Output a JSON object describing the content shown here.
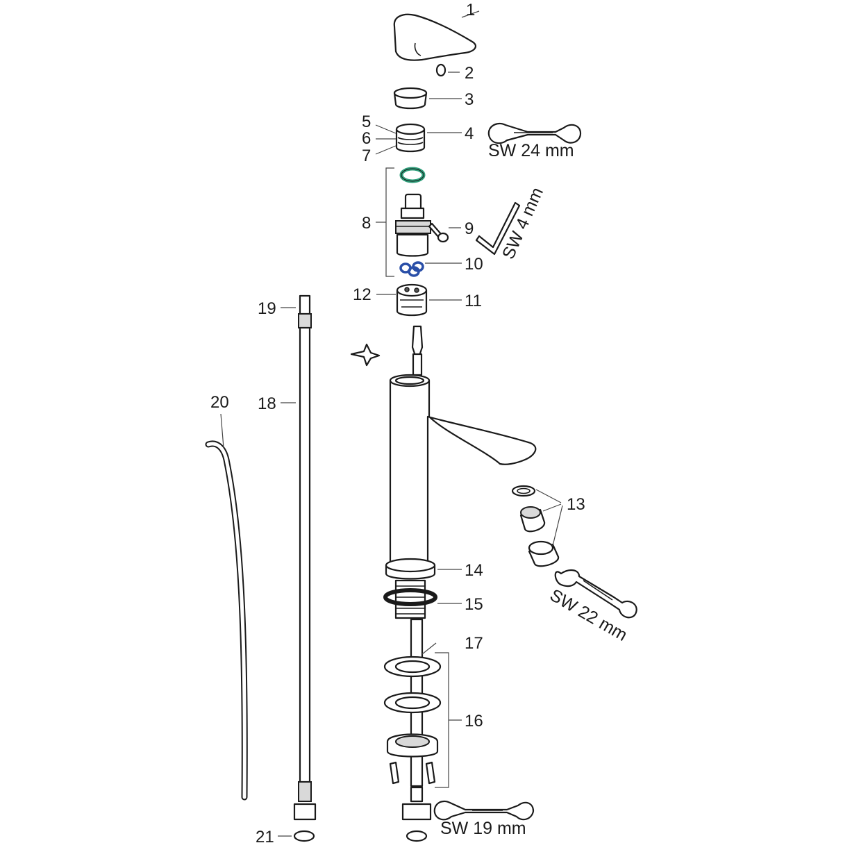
{
  "colors": {
    "line": "#1a1a1a",
    "green_ring": "#2e9e7a",
    "blue_oring": "#2a4fa8",
    "metal_fill": "#d9d9d9"
  },
  "labels": {
    "p1": "1",
    "p2": "2",
    "p3": "3",
    "p4": "4",
    "p5": "5",
    "p6": "6",
    "p7": "7",
    "p8": "8",
    "p9": "9",
    "p10": "10",
    "p11": "11",
    "p12": "12",
    "p13": "13",
    "p14": "14",
    "p15": "15",
    "p16": "16",
    "p17": "17",
    "p18": "18",
    "p19": "19",
    "p20": "20",
    "p21": "21"
  },
  "tools": {
    "wrench_24": "SW 24 mm",
    "hex_key_4": "SW 4 mm",
    "wrench_22": "SW 22 mm",
    "wrench_19": "SW 19 mm"
  },
  "icons": {
    "wrench": "open-end-wrench-icon",
    "hex_key": "hex-key-icon"
  }
}
